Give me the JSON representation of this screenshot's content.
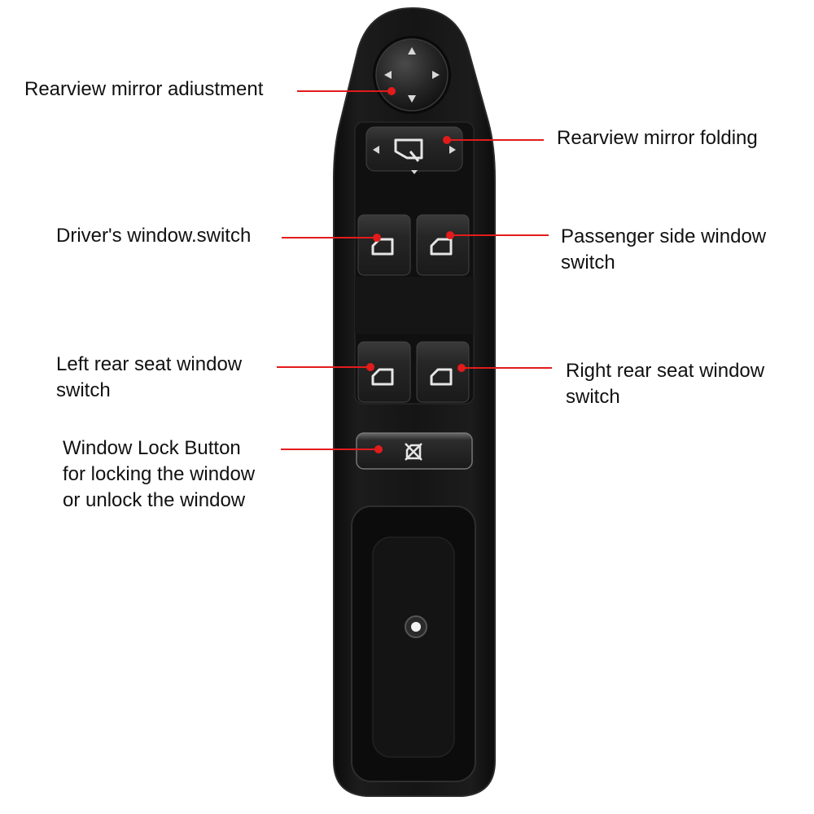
{
  "colors": {
    "pointer": "#e31b1b",
    "panel": "#141414",
    "panel_edge": "#2a2a2a",
    "switch": "#2c2c2c",
    "icon": "#e6e6e6"
  },
  "callouts": [
    {
      "id": "mirror-adjust",
      "icon": "mirror-joystick",
      "lines": [
        "Rearview mirror adiustment"
      ]
    },
    {
      "id": "mirror-fold",
      "icon": "mirror-fold",
      "lines": [
        "Rearview mirror folding"
      ]
    },
    {
      "id": "driver-window",
      "icon": "window-switch",
      "lines": [
        "Driver's window.switch"
      ]
    },
    {
      "id": "passenger-window",
      "icon": "window-switch",
      "lines": [
        "Passenger side window",
        "switch"
      ]
    },
    {
      "id": "left-rear-window",
      "icon": "window-switch",
      "lines": [
        "Left rear seat window",
        "switch"
      ]
    },
    {
      "id": "right-rear-window",
      "icon": "window-switch",
      "lines": [
        "Right rear seat window",
        "switch"
      ]
    },
    {
      "id": "window-lock",
      "icon": "window-lock",
      "lines": [
        "Window Lock Button",
        "for locking the window",
        "or unlock the window"
      ]
    }
  ]
}
